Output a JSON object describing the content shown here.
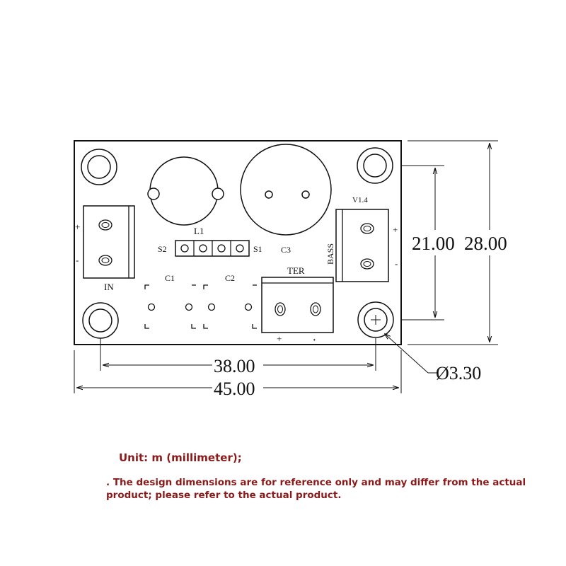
{
  "board": {
    "labels": {
      "in": "IN",
      "l1": "L1",
      "s1": "S1",
      "s2": "S2",
      "c1": "C1",
      "c2": "C2",
      "c3": "C3",
      "ter": "TER",
      "bass": "BASS",
      "version": "V1.4",
      "plus": "+",
      "minus": "-",
      "dot": "·"
    }
  },
  "dimensions": {
    "inner_height": "21.00",
    "outer_height": "28.00",
    "hole_spacing": "38.00",
    "overall_width": "45.00",
    "hole_diameter": "Ø3.30"
  },
  "notes": {
    "unit": "Unit: m (millimeter);",
    "disclaimer": ". The design dimensions are for reference only and may differ from the actual product; please refer to the actual product."
  }
}
